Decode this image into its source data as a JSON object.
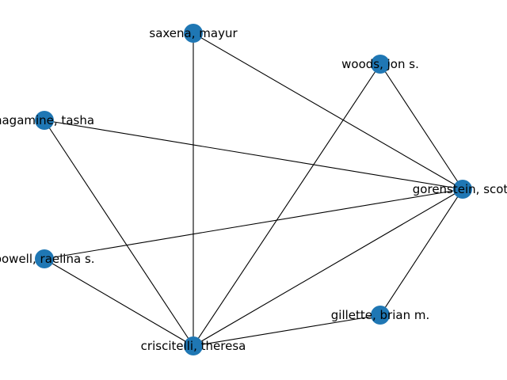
{
  "node_color": "#1f77b4",
  "edge_color": "#000000",
  "nodes": [
    {
      "id": "saxena",
      "label": "saxena, mayur"
    },
    {
      "id": "woods",
      "label": "woods, jon s."
    },
    {
      "id": "nagamine",
      "label": "nagamine, tasha"
    },
    {
      "id": "gorenstein",
      "label": "gorenstein, scott"
    },
    {
      "id": "powell",
      "label": "powell, raelina s."
    },
    {
      "id": "gillette",
      "label": "gillette, brian m."
    },
    {
      "id": "criscitelli",
      "label": "criscitelli, theresa"
    }
  ],
  "edges": [
    [
      "saxena",
      "gorenstein"
    ],
    [
      "saxena",
      "criscitelli"
    ],
    [
      "woods",
      "gorenstein"
    ],
    [
      "woods",
      "criscitelli"
    ],
    [
      "nagamine",
      "gorenstein"
    ],
    [
      "nagamine",
      "criscitelli"
    ],
    [
      "powell",
      "gorenstein"
    ],
    [
      "powell",
      "criscitelli"
    ],
    [
      "gillette",
      "gorenstein"
    ],
    [
      "gillette",
      "criscitelli"
    ],
    [
      "gorenstein",
      "criscitelli"
    ]
  ]
}
